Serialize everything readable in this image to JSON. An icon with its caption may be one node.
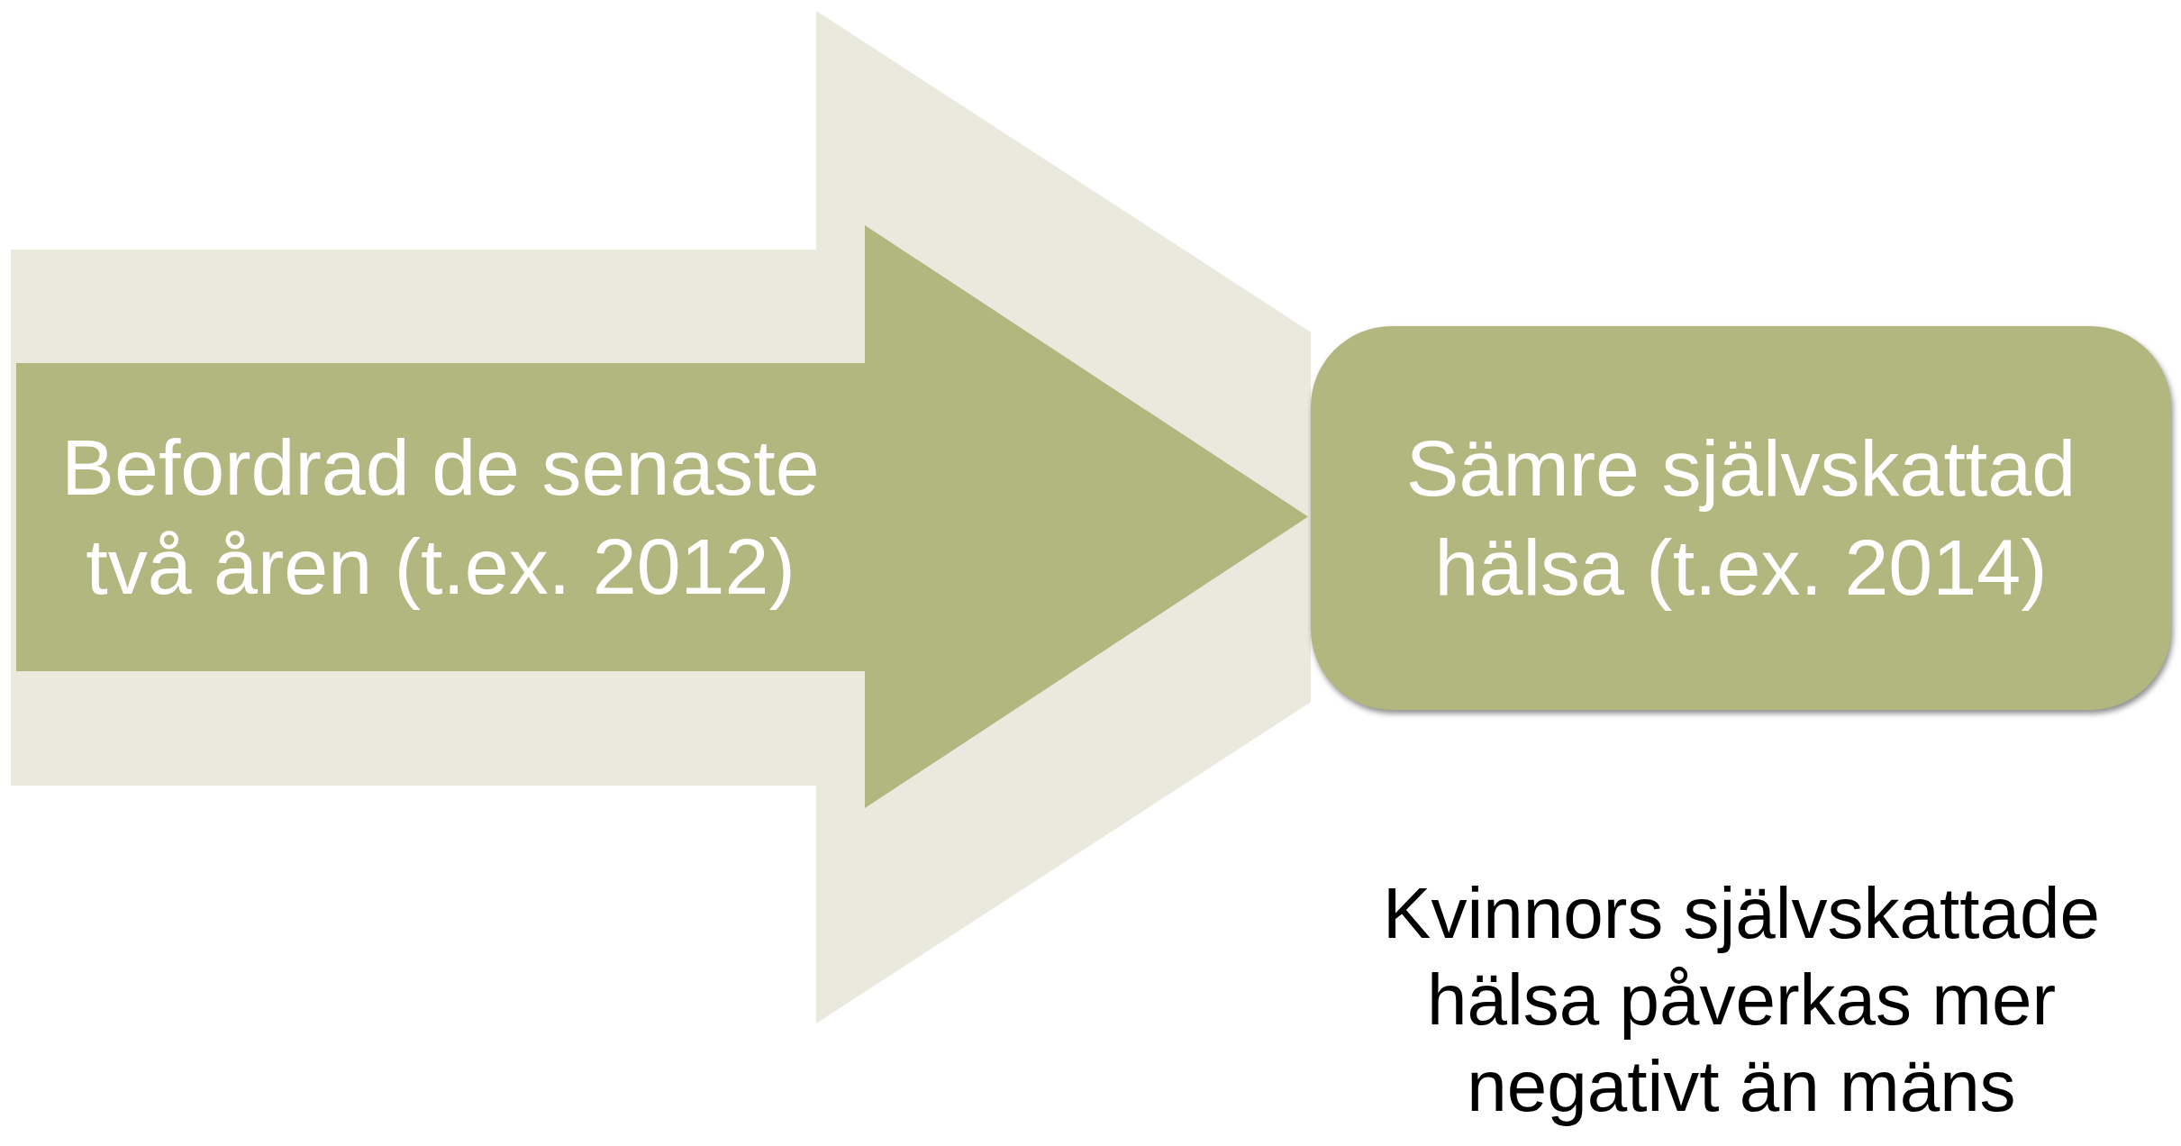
{
  "diagram": {
    "nodes": [
      {
        "text": [],
        "shape": "arrow"
      },
      {
        "text": [
          "Befordrad de senaste två åren (t.ex. 2012)"
        ],
        "in": 0
      },
      {
        "text": [
          "Sämre självskattad hälsa (t.ex. 2014)"
        ]
      }
    ],
    "labels": [
      "Kvinnors självskattade hälsa påverkas mer negativt än mäns"
    ]
  }
}
